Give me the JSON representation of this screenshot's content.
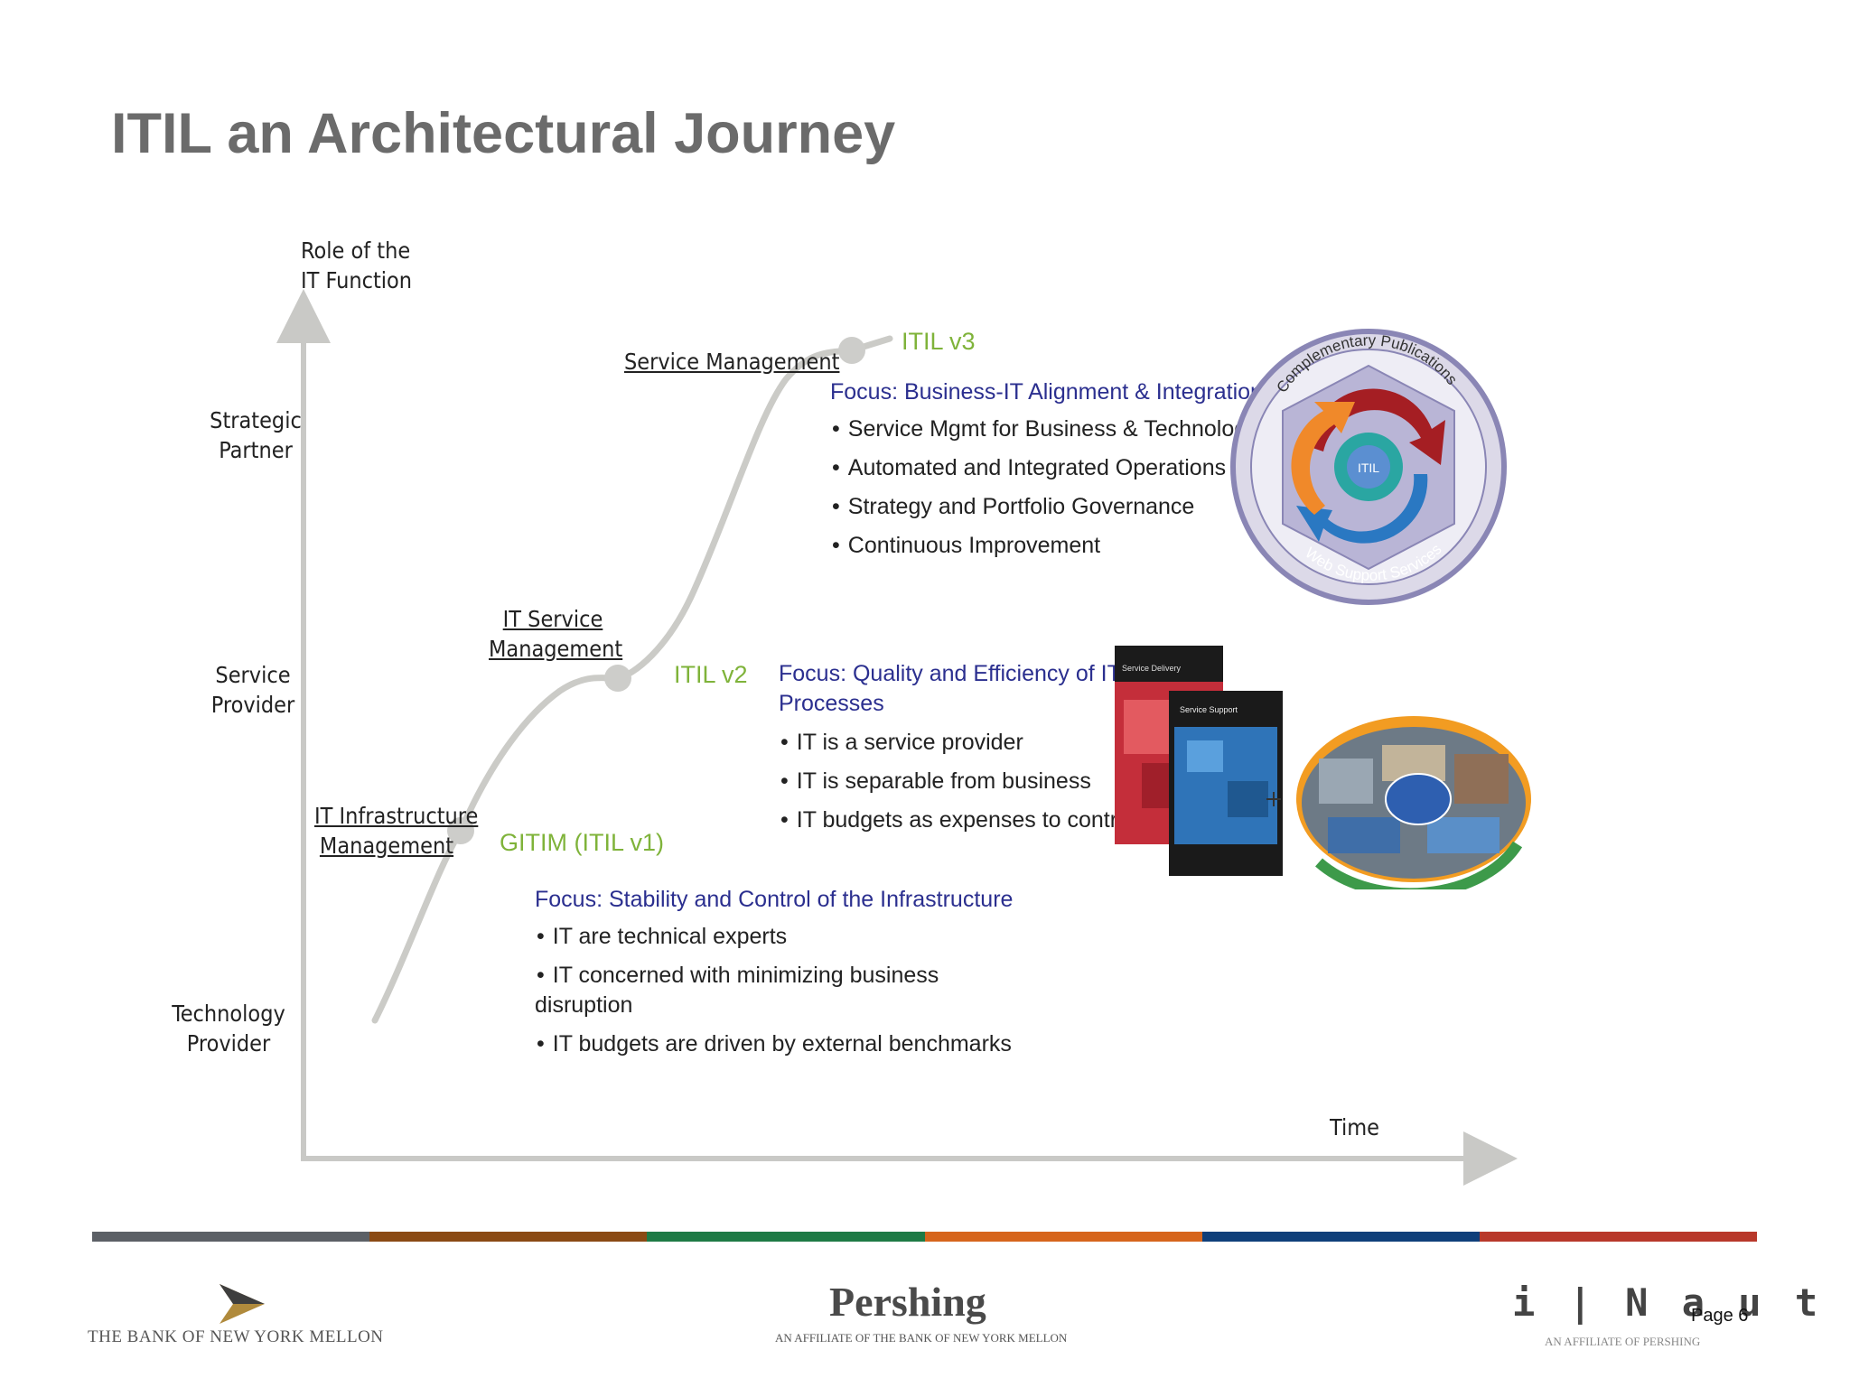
{
  "slide": {
    "title": "ITIL an Architectural Journey",
    "page_number": "Page 6"
  },
  "axes": {
    "y_label_line1": "Role of the",
    "y_label_line2": "IT Function",
    "x_label": "Time",
    "levels": [
      {
        "line1": "Strategic",
        "line2": "Partner"
      },
      {
        "line1": "Service",
        "line2": "Provider"
      },
      {
        "line1": "Technology",
        "line2": "Provider"
      }
    ]
  },
  "stages": {
    "infra_mgmt": {
      "line1": "IT Infrastructure",
      "line2": "Management",
      "version": "GITIM (ITIL v1)"
    },
    "it_service_mgmt": {
      "line1": "IT Service",
      "line2": "Management",
      "version": "ITIL v2"
    },
    "service_mgmt": {
      "line1": "Service Management",
      "version": "ITIL v3"
    }
  },
  "focus_v3": {
    "heading": "Focus: Business-IT Alignment & Integration",
    "bullets": [
      "Service Mgmt for Business & Technology",
      "Automated and Integrated Operations",
      "Strategy and Portfolio Governance",
      "Continuous Improvement"
    ]
  },
  "focus_v2": {
    "heading_line1": "Focus: Quality and Efficiency of IT",
    "heading_line2": "Processes",
    "bullets": [
      "IT is a service provider",
      "IT is separable from business",
      "IT budgets as expenses to control"
    ]
  },
  "focus_v1": {
    "heading": "Focus: Stability and Control of the Infrastructure",
    "bullet1": "IT are technical experts",
    "bullet2_line1": "IT concerned with minimizing business",
    "bullet2_line2": "disruption",
    "bullet3": "IT budgets are driven by external benchmarks"
  },
  "images": {
    "lifecycle_top": "Complementary Publications",
    "lifecycle_bottom": "Web Support Services",
    "lifecycle_core": "ITIL",
    "book1_title": "Service Delivery",
    "book2_title": "Service Support"
  },
  "footer": {
    "bnym_name": "THE BANK OF NEW YORK MELLON",
    "pershing_name": "Pershing",
    "pershing_sub": "AN AFFILIATE OF THE BANK OF NEW YORK MELLON",
    "inautix_name": "i | N a u t i x",
    "inautix_sub": "AN AFFILIATE OF PERSHING",
    "bar_colors": [
      "#5c6066",
      "#8a4a14",
      "#1e7a45",
      "#d6651c",
      "#0f3f7a",
      "#b8382a"
    ]
  }
}
